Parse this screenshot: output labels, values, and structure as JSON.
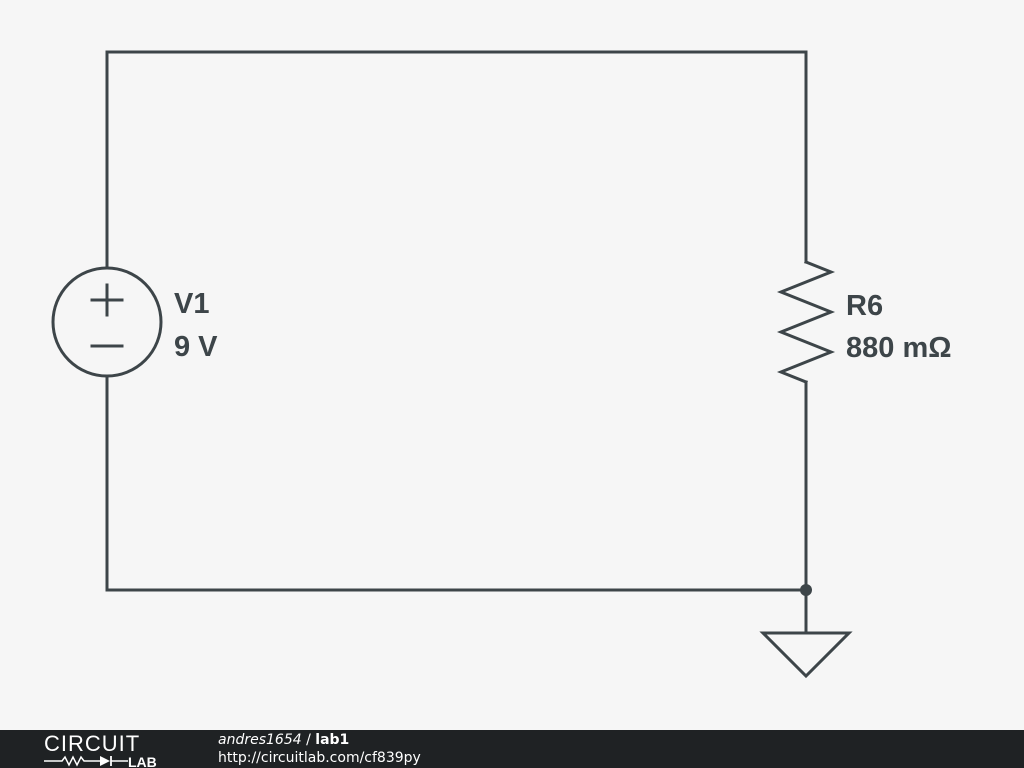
{
  "schematic": {
    "source": {
      "designator": "V1",
      "value": "9 V"
    },
    "resistor": {
      "designator": "R6",
      "value": "880 mΩ"
    },
    "wire_color": "#3d4549",
    "background_color": "#f6f6f6"
  },
  "footer": {
    "brand_top": "CIRCUIT",
    "brand_bottom": "LAB",
    "user": "andres1654",
    "separator": " / ",
    "project": "lab1",
    "url": "http://circuitlab.com/cf839py",
    "background_color": "#1f2224"
  }
}
